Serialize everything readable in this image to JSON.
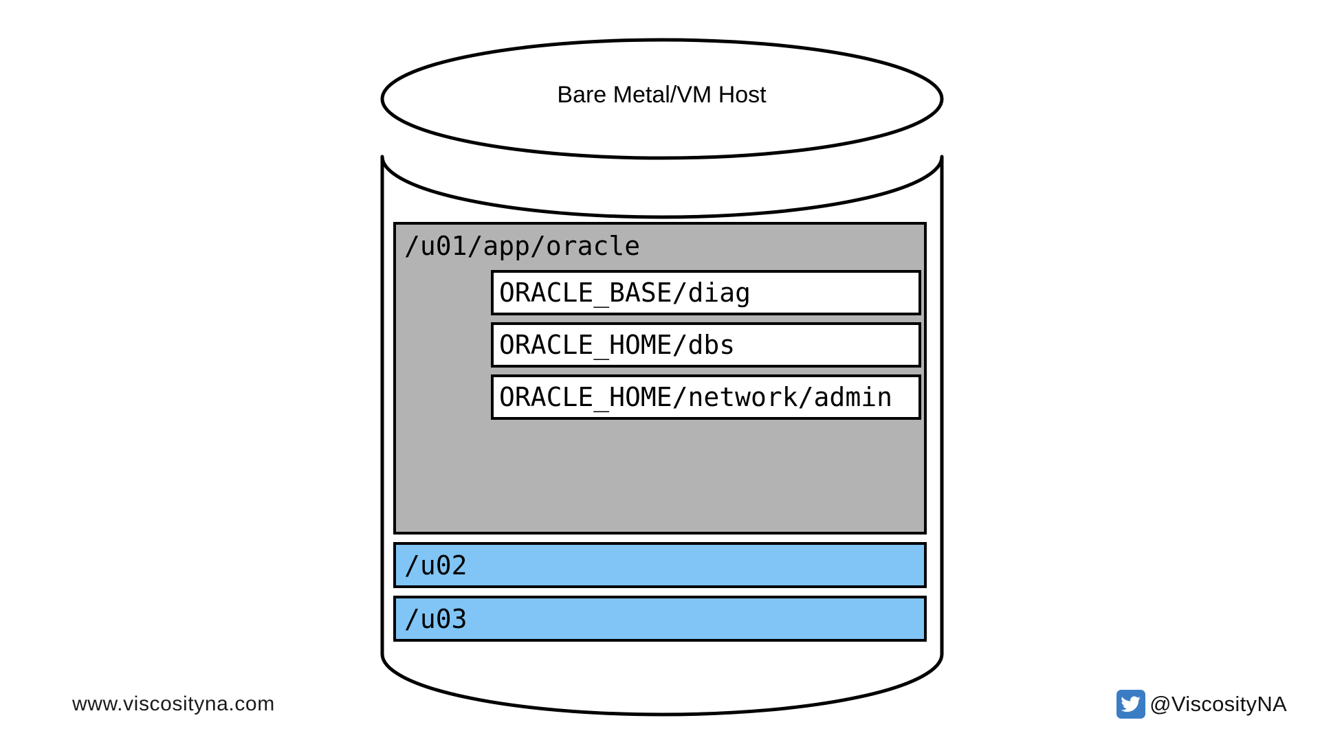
{
  "diagram": {
    "title": "Bare Metal/VM Host",
    "shape": "cylinder",
    "storage": {
      "base_volume": {
        "label": "/u01/app/oracle",
        "color": "#b3b3b3",
        "paths": [
          {
            "label": "ORACLE_BASE/diag"
          },
          {
            "label": "ORACLE_HOME/dbs"
          },
          {
            "label": "ORACLE_HOME/network/admin"
          }
        ]
      },
      "mounts": [
        {
          "label": "/u02",
          "color": "#80c5f5"
        },
        {
          "label": "/u03",
          "color": "#80c5f5"
        }
      ]
    }
  },
  "footer": {
    "website": "www.viscosityna.com",
    "twitter_handle": "@ViscosityNA",
    "twitter_icon": "twitter-bird-icon",
    "twitter_icon_color": "#3b7dc4"
  }
}
